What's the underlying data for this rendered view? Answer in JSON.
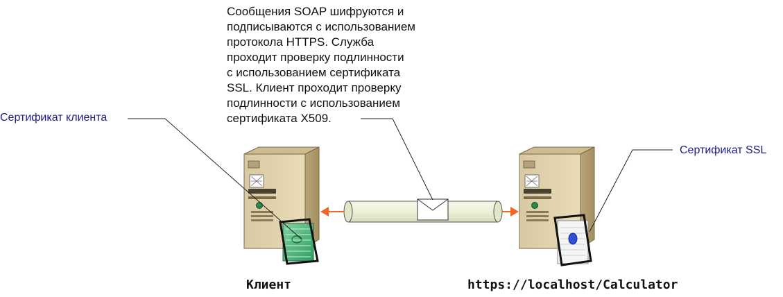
{
  "description": "Сообщения SOAP шифруются и\nподписываются с использованием\nпротокола HTTPS. Служба\nпроходит проверку подлинности\nс использованием сертификата\nSSL. Клиент проходит проверку\nподлинности с использованием\nсертификата X509.",
  "client_certificate_label": "Сертификат клиента",
  "ssl_certificate_label": "Сертификат SSL",
  "client_caption": "Клиент",
  "service_caption": "https://localhost/Calculator",
  "icons": {
    "client_server": "server-icon",
    "service_server": "server-icon",
    "message": "envelope-icon",
    "client_certificate": "certificate-icon",
    "ssl_certificate": "certificate-icon",
    "channel": "pipe-icon"
  },
  "colors": {
    "arrow": "#f26522",
    "callout_text": "#1a1a8a",
    "pipe_fill": "#eef0d8"
  }
}
